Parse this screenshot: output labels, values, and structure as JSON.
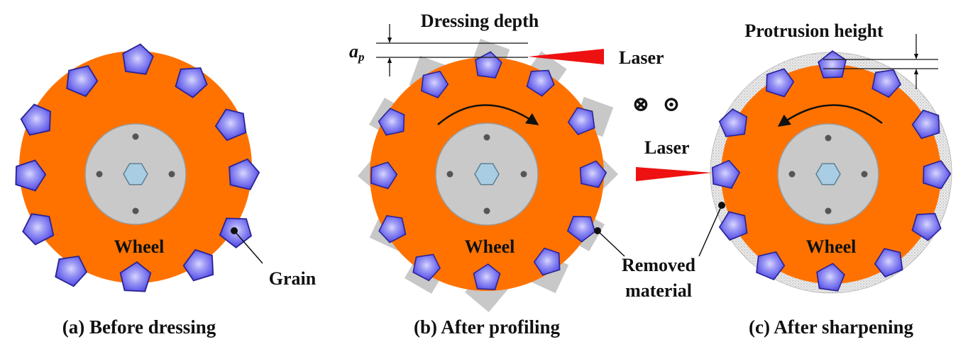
{
  "colors": {
    "wheel": "#ff7200",
    "hub": "#c9c9c9",
    "hub_stroke": "#9a9a9a",
    "grain": "#4b44e6",
    "grain_highlight": "#d8d6ff",
    "grain_stroke": "#2b2494",
    "removed_material": "#c8c8c8",
    "laser": "#ee1111",
    "hex_nut": "#a9cde2",
    "line": "#111111"
  },
  "panels": [
    {
      "id": "a",
      "caption": "(a) Before dressing",
      "wheel_label": "Wheel",
      "grain_label": "Grain"
    },
    {
      "id": "b",
      "caption": "(b) After profiling",
      "wheel_label": "Wheel",
      "dressing_depth_label": "Dressing depth",
      "depth_symbol": "a",
      "depth_subscript": "p",
      "laser_label": "Laser",
      "removed_label_line1": "Removed",
      "removed_label_line2": "material",
      "rotation": "clockwise"
    },
    {
      "id": "c",
      "caption": "(c) After sharpening",
      "wheel_label": "Wheel",
      "protrusion_label": "Protrusion height",
      "laser_label": "Laser",
      "rotation": "counter-clockwise"
    }
  ],
  "direction_symbols": {
    "into_page": "⊗",
    "out_of_page": "⊙"
  },
  "icons": [
    "grain-icon",
    "hex-nut-icon",
    "laser-beam-icon",
    "rotation-arrow-icon"
  ]
}
